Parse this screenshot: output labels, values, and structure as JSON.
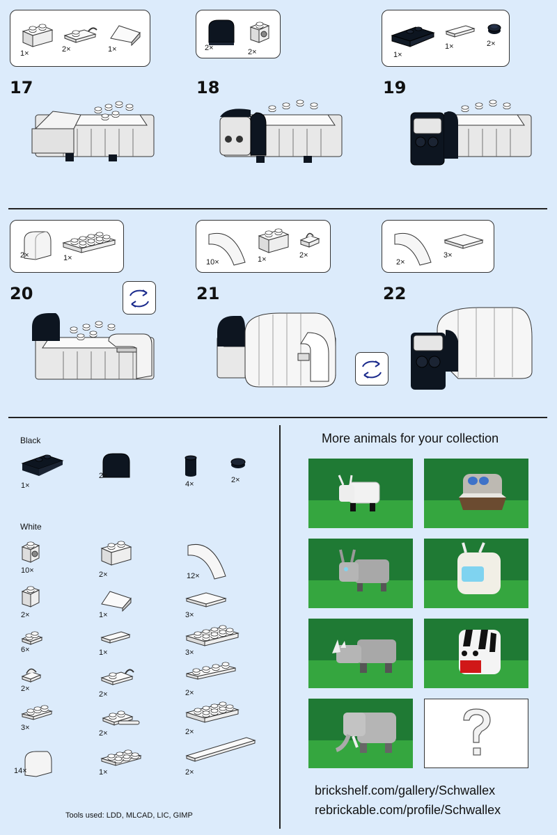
{
  "steps": [
    {
      "num": "17",
      "parts": [
        {
          "qty": "1×",
          "icon": "brick-1x2-icon"
        },
        {
          "qty": "2×",
          "icon": "plate-clip-icon"
        },
        {
          "qty": "1×",
          "icon": "slope-icon"
        }
      ]
    },
    {
      "num": "18",
      "parts": [
        {
          "qty": "2×",
          "icon": "black-curved-slope-icon"
        },
        {
          "qty": "2×",
          "icon": "brick-side-stud-icon"
        }
      ]
    },
    {
      "num": "19",
      "parts": [
        {
          "qty": "1×",
          "icon": "black-inverted-slope-icon"
        },
        {
          "qty": "1×",
          "icon": "tile-1x2-icon"
        },
        {
          "qty": "2×",
          "icon": "black-round-plate-icon"
        }
      ]
    },
    {
      "num": "20",
      "parts": [
        {
          "qty": "2×",
          "icon": "curved-slope-icon"
        },
        {
          "qty": "1×",
          "icon": "plate-2x4-icon"
        }
      ]
    },
    {
      "num": "21",
      "parts": [
        {
          "qty": "10×",
          "icon": "arch-curve-icon"
        },
        {
          "qty": "1×",
          "icon": "brick-1x2-icon"
        },
        {
          "qty": "2×",
          "icon": "plate-clip-icon"
        }
      ]
    },
    {
      "num": "22",
      "parts": [
        {
          "qty": "2×",
          "icon": "arch-curve-icon"
        },
        {
          "qty": "3×",
          "icon": "tile-2x2-icon"
        }
      ]
    }
  ],
  "inventory": {
    "black_heading": "Black",
    "black_parts": [
      {
        "qty": "1×",
        "icon": "black-inverted-slope-icon"
      },
      {
        "qty": "2×",
        "icon": "black-curved-slope-icon"
      },
      {
        "qty": "4×",
        "icon": "black-round-brick-icon"
      },
      {
        "qty": "2×",
        "icon": "black-round-plate-icon"
      }
    ],
    "white_heading": "White",
    "white_parts": [
      {
        "qty": "10×",
        "icon": "brick-side-stud-icon"
      },
      {
        "qty": "2×",
        "icon": "brick-1x2-icon"
      },
      {
        "qty": "12×",
        "icon": "arch-curve-icon"
      },
      {
        "qty": "2×",
        "icon": "brick-1x1-icon"
      },
      {
        "qty": "1×",
        "icon": "slope-icon"
      },
      {
        "qty": "3×",
        "icon": "tile-2x2-icon"
      },
      {
        "qty": "6×",
        "icon": "plate-1x2-icon"
      },
      {
        "qty": "1×",
        "icon": "tile-1x2-icon"
      },
      {
        "qty": "3×",
        "icon": "plate-2x4-icon"
      },
      {
        "qty": "2×",
        "icon": "plate-handle-icon"
      },
      {
        "qty": "2×",
        "icon": "plate-clip-icon"
      },
      {
        "qty": "2×",
        "icon": "plate-1x4-icon"
      },
      {
        "qty": "3×",
        "icon": "plate-1x3-icon"
      },
      {
        "qty": "2×",
        "icon": "plate-bar-icon"
      },
      {
        "qty": "2×",
        "icon": "plate-2x4-icon"
      },
      {
        "qty": "14×",
        "icon": "curved-slope-icon"
      },
      {
        "qty": "1×",
        "icon": "plate-2x3-icon"
      },
      {
        "qty": "2×",
        "icon": "tile-1x8-icon"
      }
    ],
    "tools": "Tools used: LDD, MLCAD, LIC, GIMP"
  },
  "more": {
    "title": "More animals for your collection",
    "photos": [
      {
        "icon": "goat-photo-icon"
      },
      {
        "icon": "hippo-photo-icon"
      },
      {
        "icon": "donkey-photo-icon"
      },
      {
        "icon": "yeti-photo-icon"
      },
      {
        "icon": "rhino-photo-icon"
      },
      {
        "icon": "cow-photo-icon"
      },
      {
        "icon": "elephant-photo-icon"
      },
      {
        "icon": "question-mark-icon"
      }
    ],
    "links": [
      "brickshelf.com/gallery/Schwallex",
      "rebrickable.com/profile/Schwallex"
    ]
  },
  "colors": {
    "background": "#dcebfb",
    "black_part": "#0d1520",
    "white_part": "#f2f2f2",
    "grass": "#2f9a3c",
    "arrow": "#1a2a8c"
  }
}
